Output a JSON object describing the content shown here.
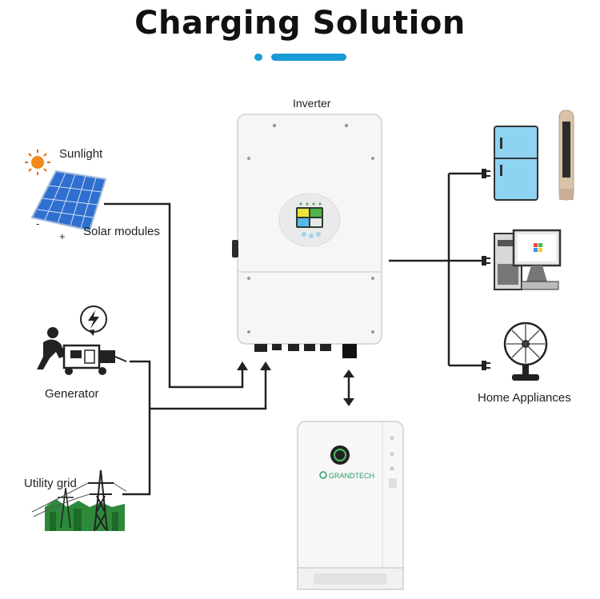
{
  "title": "Charging Solution",
  "labels": {
    "inverter": "Inverter",
    "sunlight": "Sunlight",
    "solar_modules": "Solar modules",
    "minus": "-",
    "plus": "+",
    "generator": "Generator",
    "utility_grid": "Utility grid",
    "home_appliances": "Home Appliances"
  },
  "battery_brand": "GRANDTECH",
  "colors": {
    "accent": "#1a9ad6",
    "line": "#222222",
    "solar_panel": "#2f6fd0",
    "fridge": "#8fd3f2",
    "sun": "#f08a1a"
  }
}
